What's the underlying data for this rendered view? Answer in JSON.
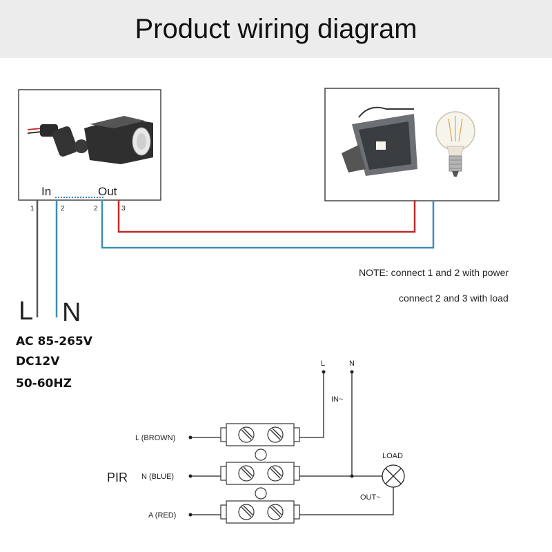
{
  "header": {
    "title": "Product wiring diagram"
  },
  "sensor_box": {
    "in_label": "In",
    "out_label": "Out",
    "terminals": [
      "1",
      "2",
      "2",
      "3"
    ]
  },
  "supply": {
    "l_label": "L",
    "n_label": "N",
    "specs": [
      "AC 85-265V",
      "DC12V",
      "50-60HZ"
    ]
  },
  "note": {
    "line1": "NOTE: connect 1 and 2 with power",
    "line2": "connect 2 and 3 with load"
  },
  "schematic": {
    "pir_label": "PIR",
    "wires": [
      "L (BROWN)",
      "N (BLUE)",
      "A (RED)"
    ],
    "top_l": "L",
    "top_n": "N",
    "in_label": "IN~",
    "out_label": "OUT~",
    "load_label": "LOAD"
  },
  "colors": {
    "brown": "#555555",
    "blue": "#3a8fb0",
    "red": "#c0282a",
    "dotted": "#3a7fd0"
  }
}
